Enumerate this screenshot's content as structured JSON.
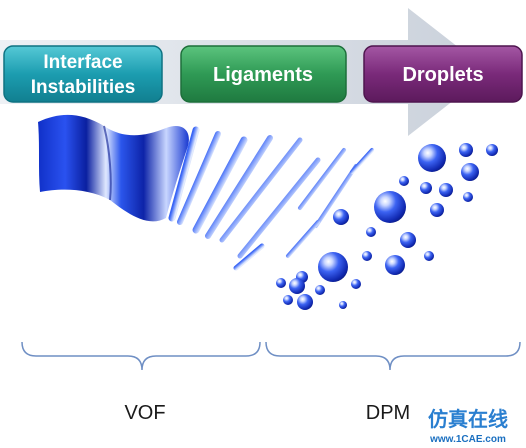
{
  "stages": [
    {
      "lines": [
        "Interface",
        "Instabilities"
      ],
      "color": "#1fa3b4"
    },
    {
      "lines": [
        "Ligaments"
      ],
      "color": "#2f9a55"
    },
    {
      "lines": [
        "Droplets"
      ],
      "color": "#7a2a7a"
    }
  ],
  "methods": [
    {
      "label": "VOF"
    },
    {
      "label": "DPM"
    }
  ],
  "watermark": {
    "chinese": "仿真在线",
    "url": "www.1CAE.com"
  },
  "colors": {
    "arrow": "#d6dbe2",
    "spray": "#1f3fd6",
    "bracket": "#6f8fc4"
  },
  "icons": {
    "spray": "liquid-breakup-illustration",
    "logo": "fangzhen-zaixian-logo"
  }
}
